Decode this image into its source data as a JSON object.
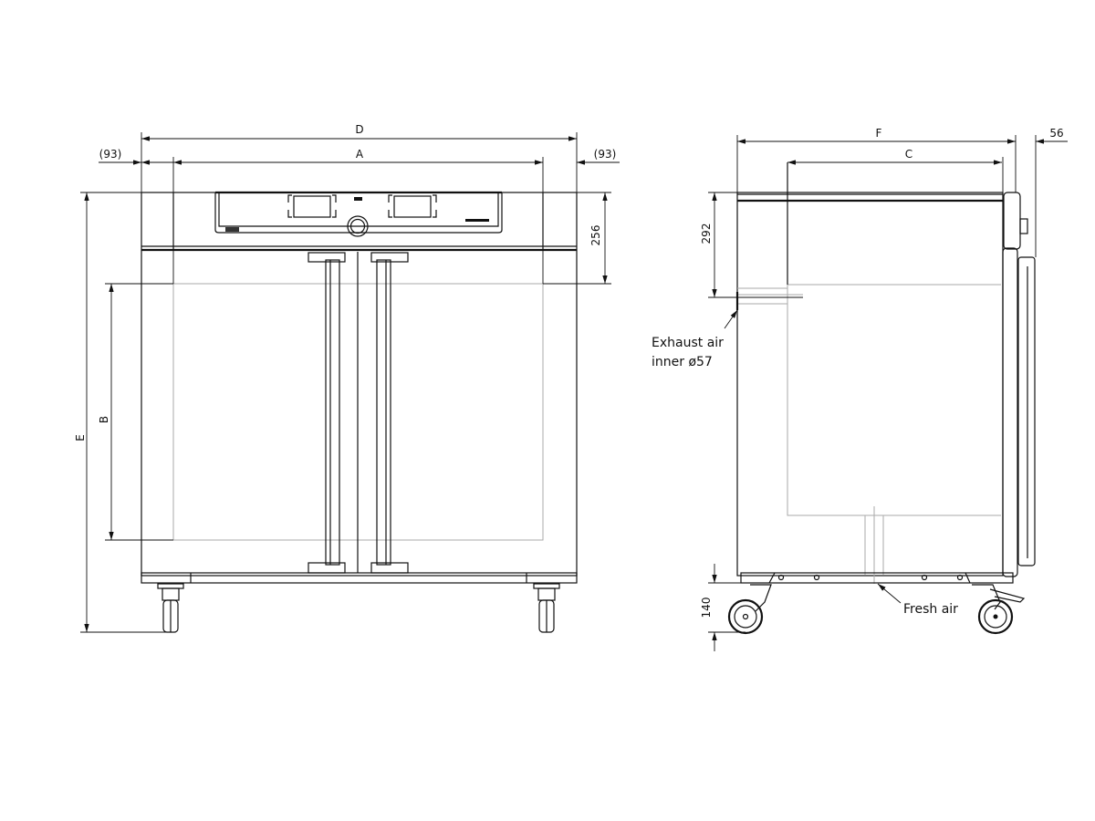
{
  "front_view": {
    "dims": {
      "D": "D",
      "A": "A",
      "left_offset": "(93)",
      "right_offset": "(93)",
      "E": "E",
      "B": "B",
      "top_panel": "256"
    }
  },
  "side_view": {
    "dims": {
      "F": "F",
      "C": "C",
      "door_depth": "56",
      "exhaust_height": "292",
      "foot_height": "140"
    },
    "notes": {
      "exhaust_line1": "Exhaust air",
      "exhaust_line2": "inner ø57",
      "fresh_air": "Fresh air"
    }
  }
}
